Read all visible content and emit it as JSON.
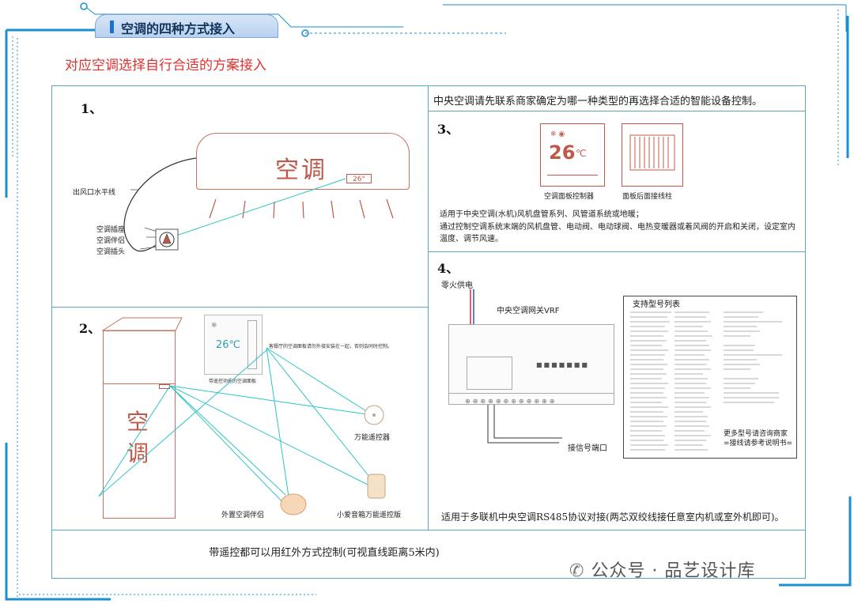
{
  "header": {
    "title": "空调的四种方式接入"
  },
  "subtitle": "对应空调选择自行合适的方案接入",
  "section1": {
    "number": "1、",
    "ac_label": "空调",
    "temp_display": "26°",
    "labels": {
      "outlet_level": "出风口水平线",
      "socket": "空调插座",
      "companion": "空调伴侣",
      "plug": "空调插头"
    }
  },
  "section2": {
    "number": "2、",
    "cabinet_chars": [
      "空",
      "调"
    ],
    "panel_temp": "26℃",
    "panel_caption": "带遥控功能的空调面板",
    "note": "客餐厅的空调面板请勿外接安装在一起，否则会同时控制。",
    "universal_remote": "万能遥控器",
    "external_companion": "外置空调伴侣",
    "xiaoai": "小爱音箱万能遥控版"
  },
  "section3": {
    "header": "中央空调请先联系商家确定为哪一种类型的再选择合适的智能设备控制。",
    "number": "3、",
    "thermo_temp": "26",
    "thermo_unit": "℃",
    "thermo_caption": "空调面板控制器",
    "back_caption": "面板后面接线柱",
    "desc1": "适用于中央空调(水机)风机盘管系列、风管道系统或地暖；",
    "desc2": "通过控制空调系统末端的风机盘管、电动阀、电动球阀、电热变暖器或着风阀的开启和关闭，设定室内温度、调节风速。"
  },
  "section4": {
    "number": "4、",
    "power": "零火供电",
    "gateway": "中央空调网关VRF",
    "signal_port": "接信号端口",
    "model_title": "支持型号列表",
    "more_models_1": "更多型号请咨询商家",
    "more_models_2": "=接线请参考说明书=",
    "footer": "适用于多联机中央空调RS485协议对接(两芯双绞线接任意室内机或室外机即可)。"
  },
  "bottom_note": "带遥控都可以用红外方式控制(可视直线距离5米内)",
  "watermark": "公众号 · 品艺设计库",
  "colors": {
    "accent": "#1a73c8",
    "grid": "#5aa9c8",
    "red": "#e03131",
    "ir_line": "#2ec4c4"
  }
}
